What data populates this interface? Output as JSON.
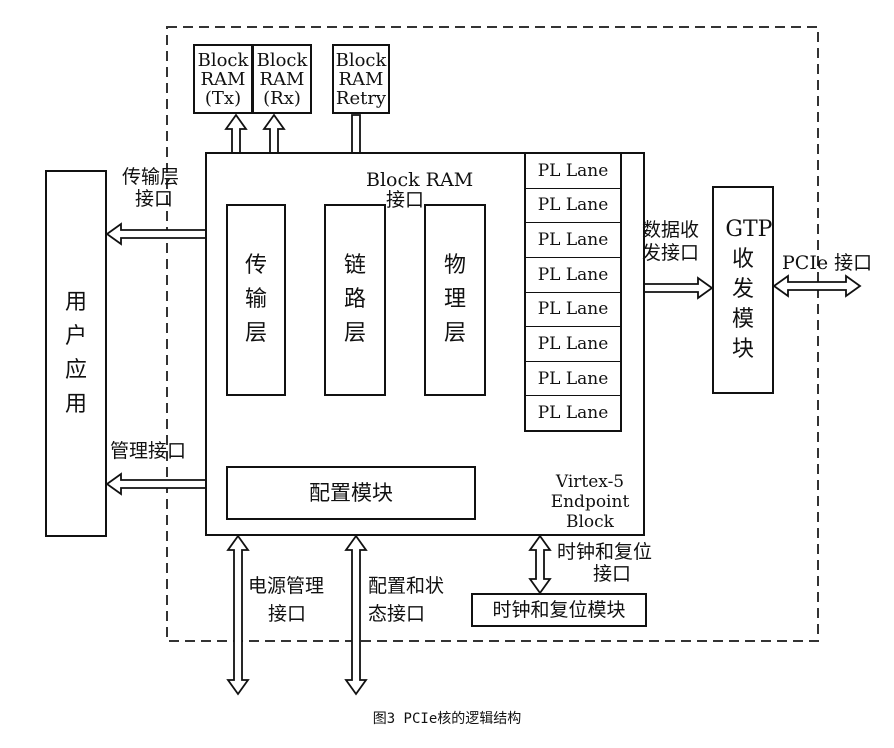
{
  "blocks": {
    "user_app": "用户应用",
    "transport": "传输层",
    "link": "链路层",
    "physical": "物理层",
    "config": "配置模块",
    "gtp": "GTP收发模块",
    "clock_reset": "时钟和复位模块",
    "ram_tx": "Block\nRAM\n(Tx)",
    "ram_rx": "Block\nRAM\n(Rx)",
    "ram_retry": "Block\nRAM\nRetry",
    "endpoint": "Virtex-5\nEndpoint\nBlock"
  },
  "lanes": [
    "PL Lane",
    "PL Lane",
    "PL Lane",
    "PL Lane",
    "PL Lane",
    "PL Lane",
    "PL Lane",
    "PL Lane"
  ],
  "interfaces": {
    "transport_if_1": "传输层",
    "transport_if_2": "接口",
    "blockram_if_1": "Block RAM",
    "blockram_if_2": "接口",
    "mgmt_if": "管理接口",
    "data_rx_1": "数据收",
    "data_rx_2": "发接口",
    "pcie_if": "PCIe 接口",
    "clock_reset_if_1": "时钟和复位",
    "clock_reset_if_2": "接口",
    "power_if_1": "电源管理",
    "power_if_2": "接口",
    "config_status_1": "配置和状",
    "config_status_2": "态接口"
  },
  "caption": "图3  PCIe核的逻辑结构"
}
